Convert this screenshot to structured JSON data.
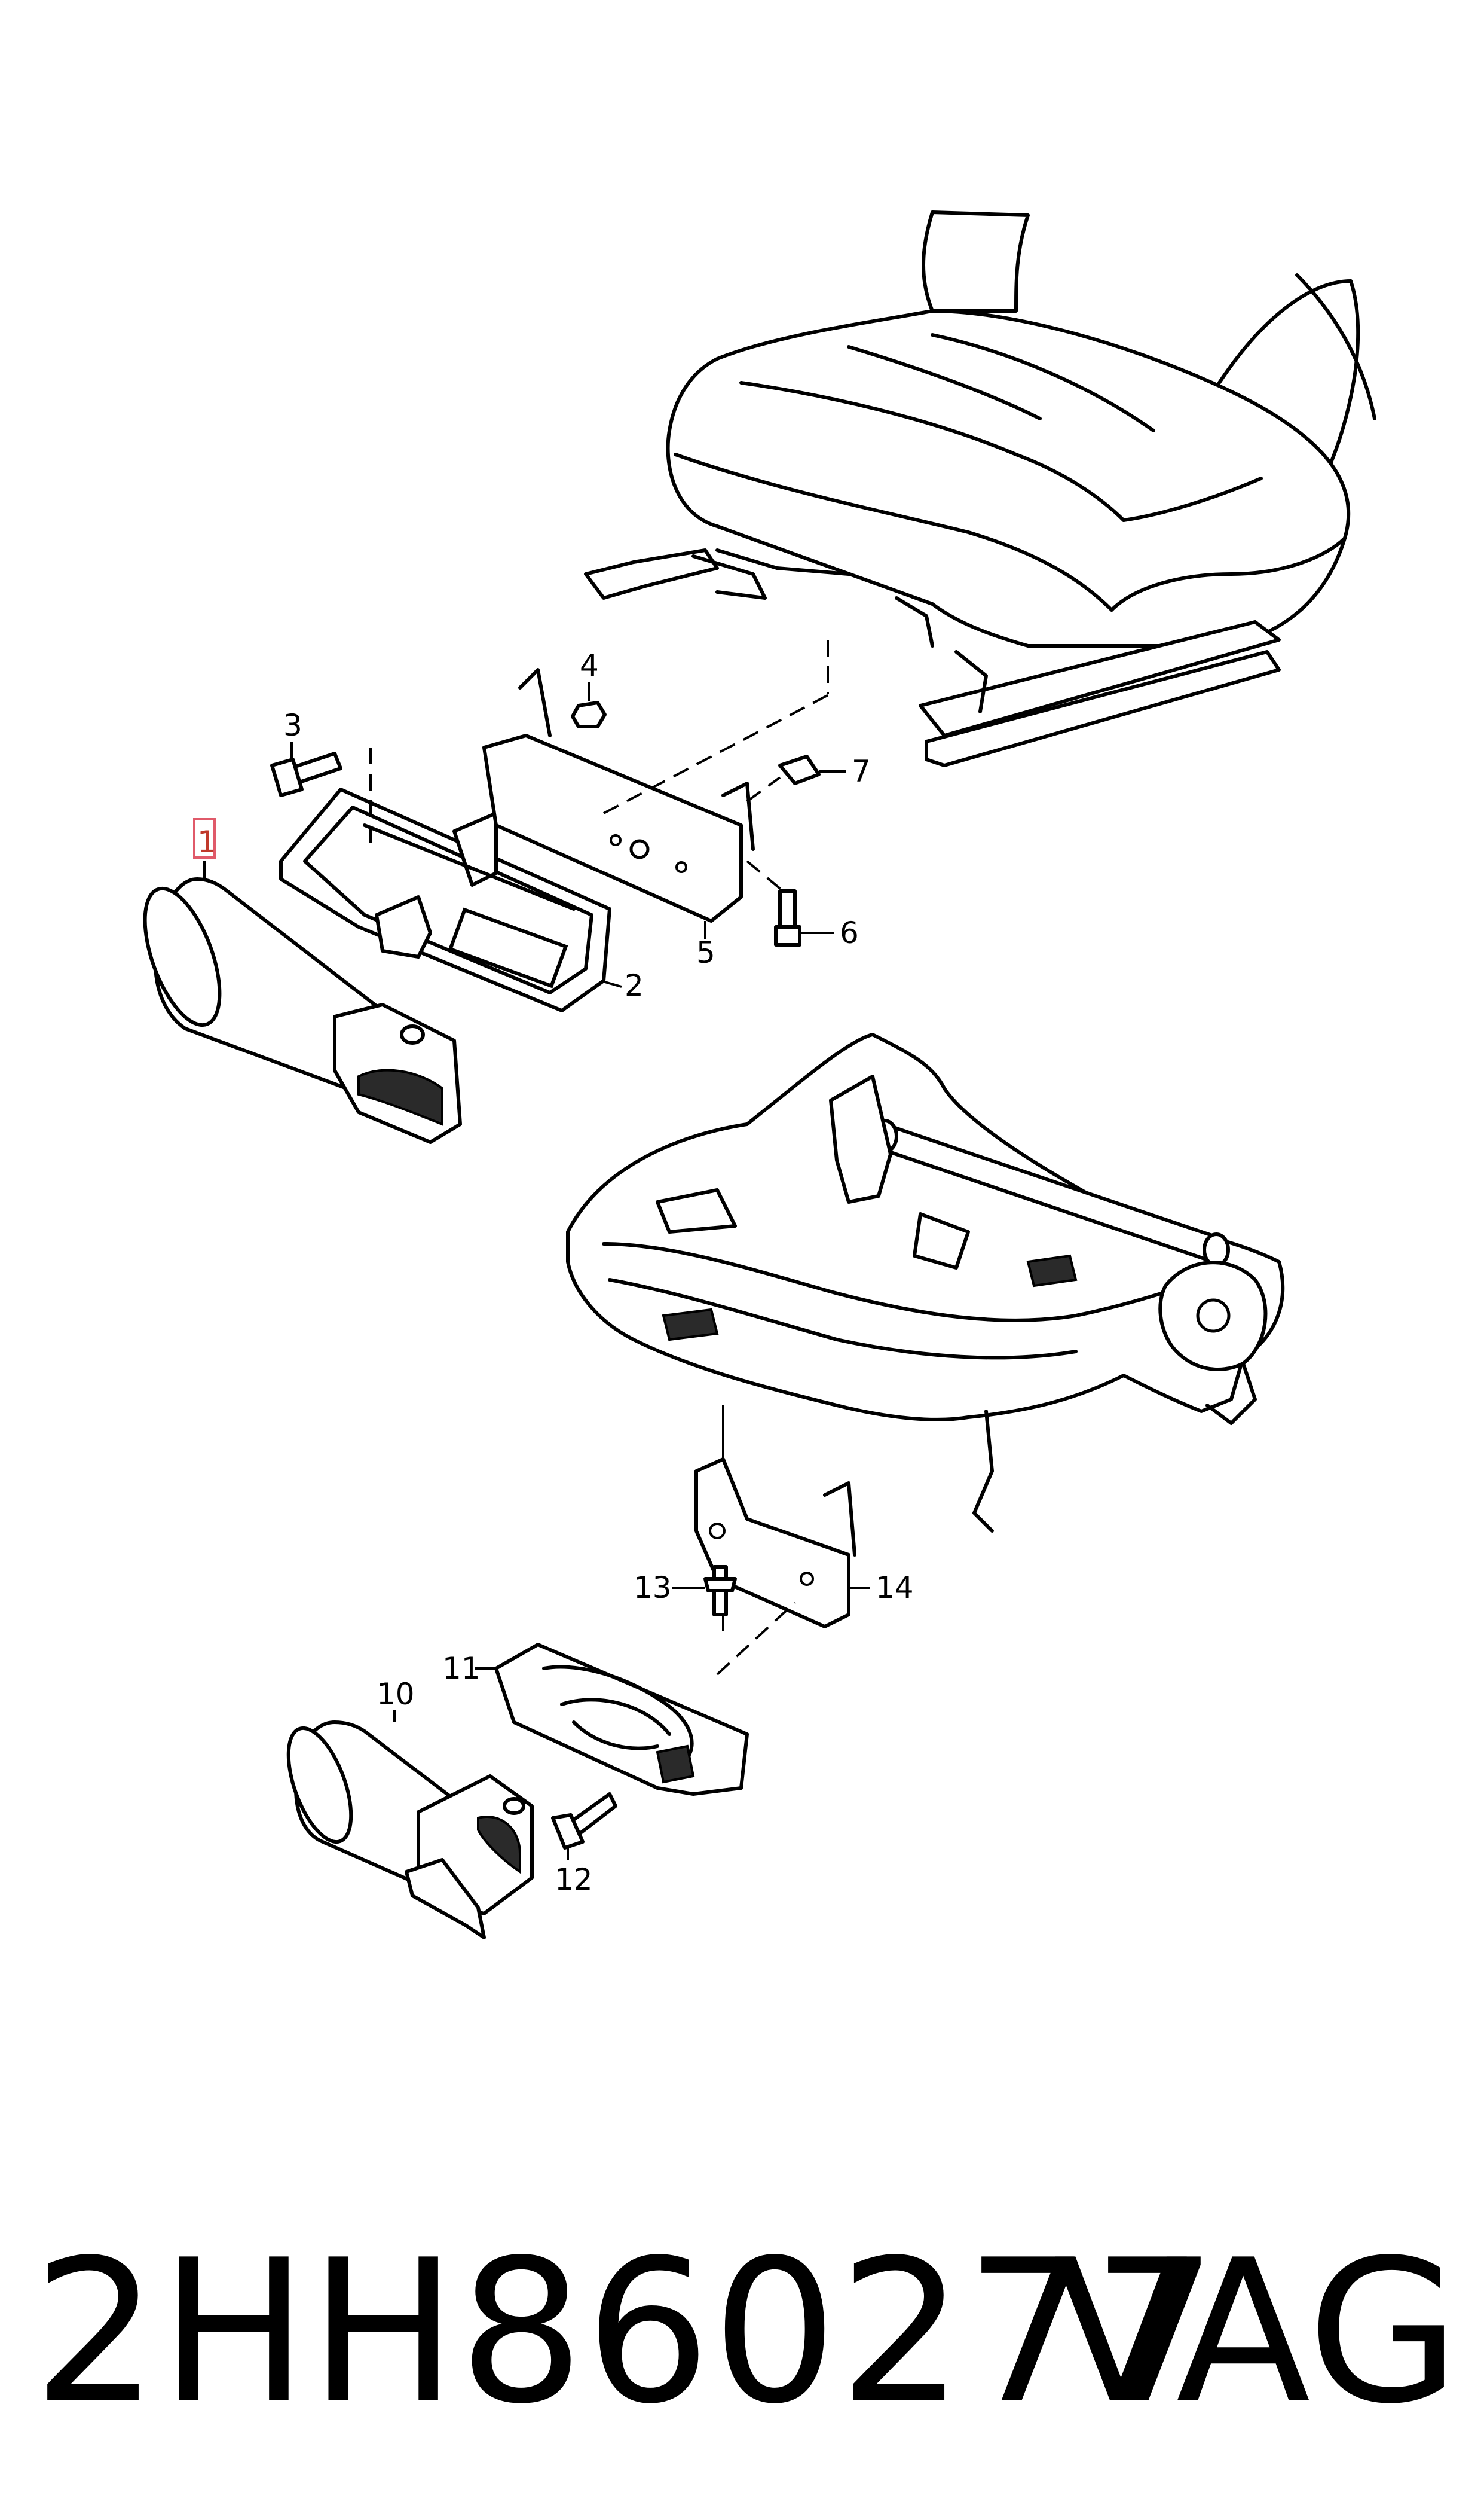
{
  "diagram": {
    "callouts": [
      {
        "id": "1",
        "highlighted": true
      },
      {
        "id": "2"
      },
      {
        "id": "3"
      },
      {
        "id": "4"
      },
      {
        "id": "5"
      },
      {
        "id": "6"
      },
      {
        "id": "7"
      },
      {
        "id": "10"
      },
      {
        "id": "11"
      },
      {
        "id": "12"
      },
      {
        "id": "13"
      },
      {
        "id": "14"
      }
    ],
    "highlight_color": "#e05a6a"
  },
  "footer": {
    "part_number": "2HH860277",
    "brand": "VAG"
  }
}
